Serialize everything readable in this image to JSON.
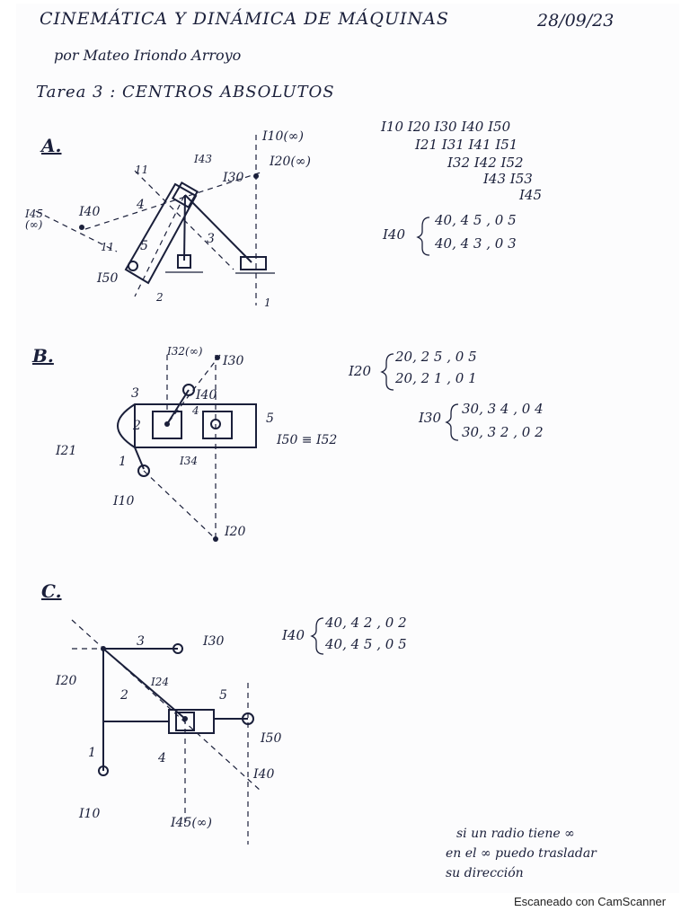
{
  "header": {
    "title": "CINEMÁTICA Y DINÁMICA DE MÁQUINAS",
    "date": "28/09/23",
    "author": "por Mateo Iriondo Arroyo",
    "task": "Tarea 3 : CENTROS ABSOLUTOS"
  },
  "section_a": {
    "label": "A.",
    "i10_inf": "I10(∞)",
    "i20_inf": "I20(∞)",
    "i43": "I43",
    "i30": "I30",
    "i45_inf": "I45\n(∞)",
    "i40": "I40",
    "i50": "I50",
    "link4": "4",
    "link5": "5",
    "link3": "3",
    "link2": "2",
    "link1": "1",
    "mark_a": "11",
    "mark_b": "11",
    "table": {
      "row1": "I10  I20  I30  I40  I50",
      "row2": "I21  I31  I41  I51",
      "row3": "I32  I42  I52",
      "row4": "I43  I53",
      "row5": "I45"
    },
    "eq_name": "I40",
    "eq_line1": "40, 4 5 , 0 5",
    "eq_line2": "40, 4 3 , 0 3"
  },
  "section_b": {
    "label": "B.",
    "i32_inf": "I32(∞)",
    "i30": "I30",
    "i40": "I40",
    "link3": "3",
    "link4": "4",
    "link2": "2",
    "link5": "5",
    "link1": "1",
    "i50_i52": "I50 ≡ I52",
    "i21": "I21",
    "i34": "I34",
    "i10": "I10",
    "i20": "I20",
    "eq20_name": "I20",
    "eq20_line1": "20, 2 5 , 0 5",
    "eq20_line2": "20, 2 1 , 0 1",
    "eq30_name": "I30",
    "eq30_line1": "30, 3 4 , 0 4",
    "eq30_line2": "30, 3 2 , 0 2"
  },
  "section_c": {
    "label": "C.",
    "link3": "3",
    "i30": "I30",
    "i20": "I20",
    "i24": "I24",
    "link2": "2",
    "link5": "5",
    "link1": "1",
    "link4": "4",
    "i50": "I50",
    "i40": "I40",
    "i10": "I10",
    "i45_inf": "I45(∞)",
    "eq_name": "I40",
    "eq_line1": "40, 4 2 , 0 2",
    "eq_line2": "40, 4 5 , 0 5",
    "note_l1": "si un radio tiene ∞",
    "note_l2": "en el ∞ puedo trasladar",
    "note_l3": "su dirección"
  },
  "footer": {
    "scanner": "Escaneado con CamScanner"
  }
}
